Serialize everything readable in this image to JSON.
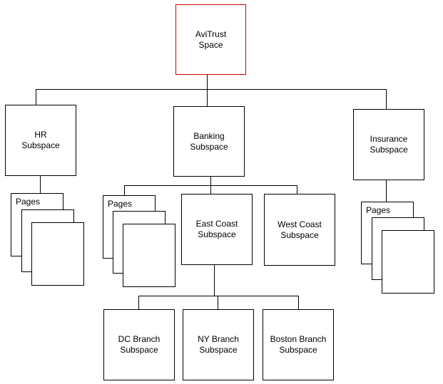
{
  "diagram": {
    "root": {
      "line1": "AviTrust",
      "line2": "Space"
    },
    "hr": {
      "line1": "HR",
      "line2": "Subspace",
      "pages_label": "Pages"
    },
    "banking": {
      "line1": "Banking",
      "line2": "Subspace",
      "pages_label": "Pages"
    },
    "insurance": {
      "line1": "Insurance",
      "line2": "Subspace",
      "pages_label": "Pages"
    },
    "east_coast": {
      "line1": "East Coast",
      "line2": "Subspace"
    },
    "west_coast": {
      "line1": "West Coast",
      "line2": "Subspace"
    },
    "dc_branch": {
      "line1": "DC Branch",
      "line2": "Subspace"
    },
    "ny_branch": {
      "line1": "NY Branch",
      "line2": "Subspace"
    },
    "boston_branch": {
      "line1": "Boston Branch",
      "line2": "Subspace"
    }
  },
  "colors": {
    "root_border": "#cc0000",
    "line": "#000000",
    "background": "#ffffff"
  }
}
